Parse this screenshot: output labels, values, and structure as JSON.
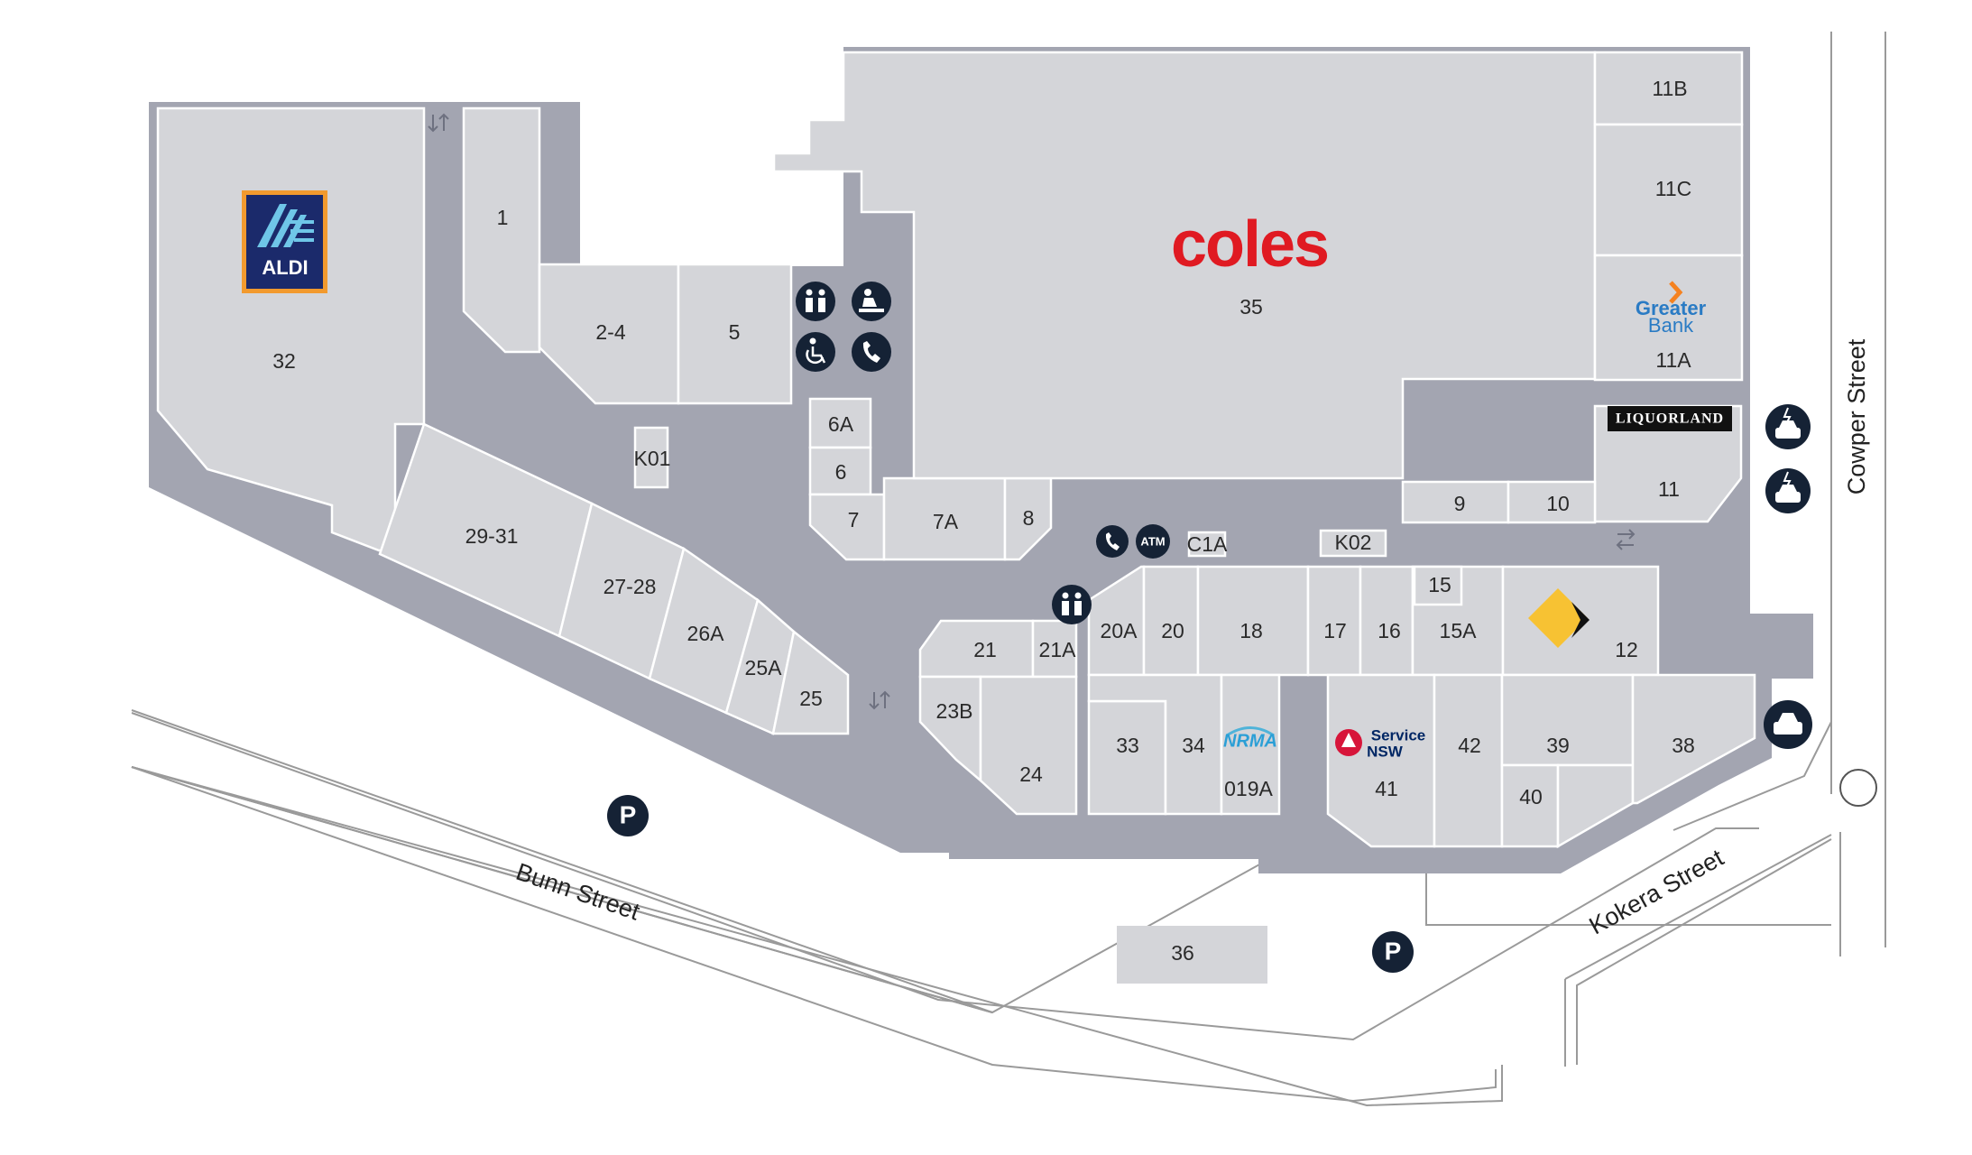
{
  "shops": {
    "s1": "1",
    "s2_4": "2-4",
    "s5": "5",
    "s6a": "6A",
    "s6": "6",
    "s7": "7",
    "s7a": "7A",
    "s8": "8",
    "s9": "9",
    "s10": "10",
    "s11": "11",
    "s11a": "11A",
    "s11b": "11B",
    "s11c": "11C",
    "s12": "12",
    "s15": "15",
    "s15a": "15A",
    "s16": "16",
    "s17": "17",
    "s18": "18",
    "s20": "20",
    "s20a": "20A",
    "s21": "21",
    "s21a": "21A",
    "s23b": "23B",
    "s24": "24",
    "s25": "25",
    "s25a": "25A",
    "s26a": "26A",
    "s27_28": "27-28",
    "s29_31": "29-31",
    "s32": "32",
    "s33": "33",
    "s34": "34",
    "s35": "35",
    "s36": "36",
    "s38": "38",
    "s39": "39",
    "s40": "40",
    "s41": "41",
    "s42": "42",
    "s019a": "019A",
    "k01": "K01",
    "k02": "K02",
    "c1a": "C1A"
  },
  "brands": {
    "aldi": "ALDI",
    "coles": "coles",
    "greater_1": "Greater",
    "greater_2": "Bank",
    "liquorland": "LIQUORLAND",
    "nrma": "NRMA",
    "service_1": "Service",
    "service_2": "NSW"
  },
  "streets": {
    "bunn": "Bunn Street",
    "kokera": "Kokera Street",
    "cowper": "Cowper Street"
  },
  "icons": {
    "atm_label": "ATM",
    "parking_label": "P"
  },
  "colors": {
    "shop_fill": "#d4d5d9",
    "mall_fill": "#a3a5b1",
    "icon_bg": "#152235",
    "coles_red": "#e01a22",
    "aldi_blue": "#1b2a6b",
    "aldi_orange": "#f29a2e",
    "greater_blue": "#2a7bc4",
    "greater_orange": "#f58220",
    "commbank_yellow": "#f7c233"
  }
}
